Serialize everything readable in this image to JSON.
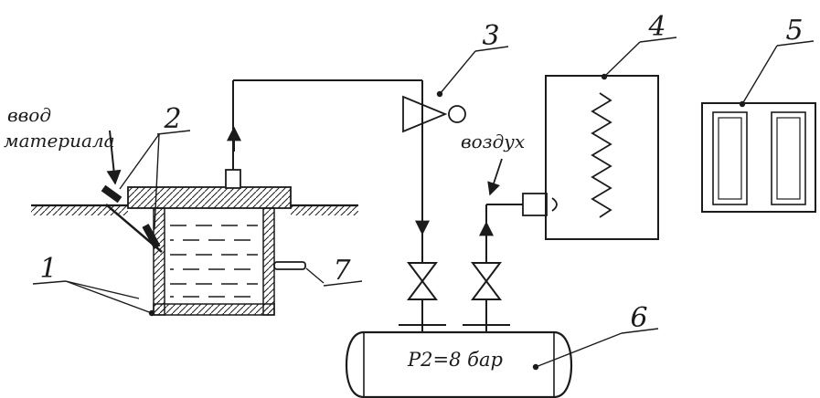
{
  "labels": {
    "material_line1": "ввод",
    "material_line2": "материала",
    "air": "воздух",
    "pressure": "Р2=8 бар"
  },
  "callouts": {
    "n1": "1",
    "n2": "2",
    "n3": "3",
    "n4": "4",
    "n5": "5",
    "n6": "6",
    "n7": "7"
  },
  "colors": {
    "ink": "#1b1b1b",
    "paper": "#ffffff"
  }
}
